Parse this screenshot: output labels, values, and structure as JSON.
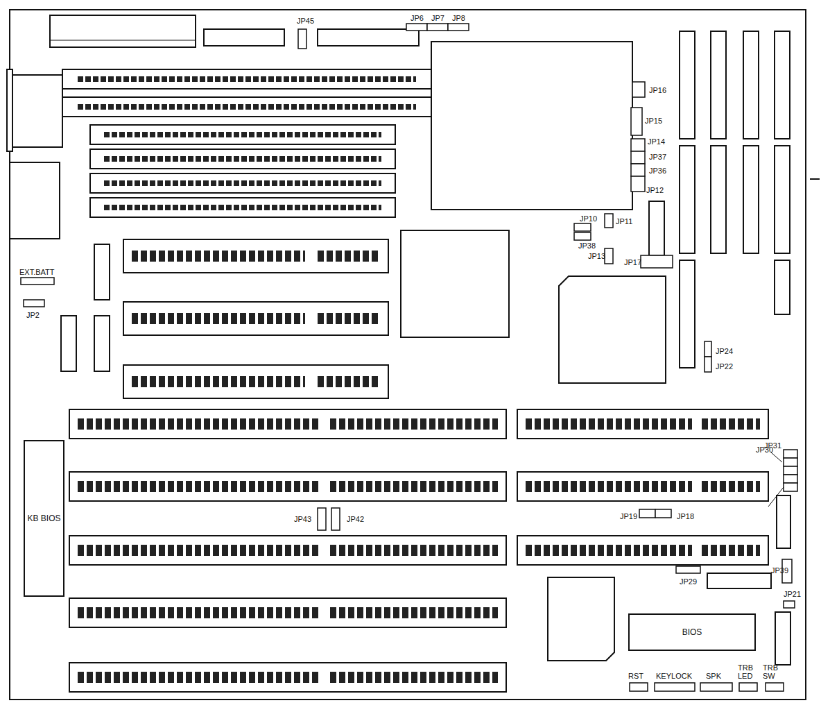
{
  "diagram": {
    "nodes": [
      {
        "text": [
          "KB BIOS"
        ]
      },
      {
        "text": [
          "BIOS"
        ]
      }
    ],
    "labels": [
      "JP45",
      "JP6",
      "JP7",
      "JP8",
      "JP16",
      "JP15",
      "JP14",
      "JP37",
      "JP36",
      "JP12",
      "JP11",
      "JP10",
      "JP38",
      "JP13",
      "JP17",
      "EXT.BATT",
      "JP2",
      "JP24",
      "JP22",
      "JP31",
      "JP30",
      "JP43",
      "JP42",
      "JP19",
      "JP18",
      "JP29",
      "JP39",
      "JP21",
      "RST",
      "KEYLOCK",
      "SPK",
      "TRB LED",
      "TRB SW"
    ]
  }
}
